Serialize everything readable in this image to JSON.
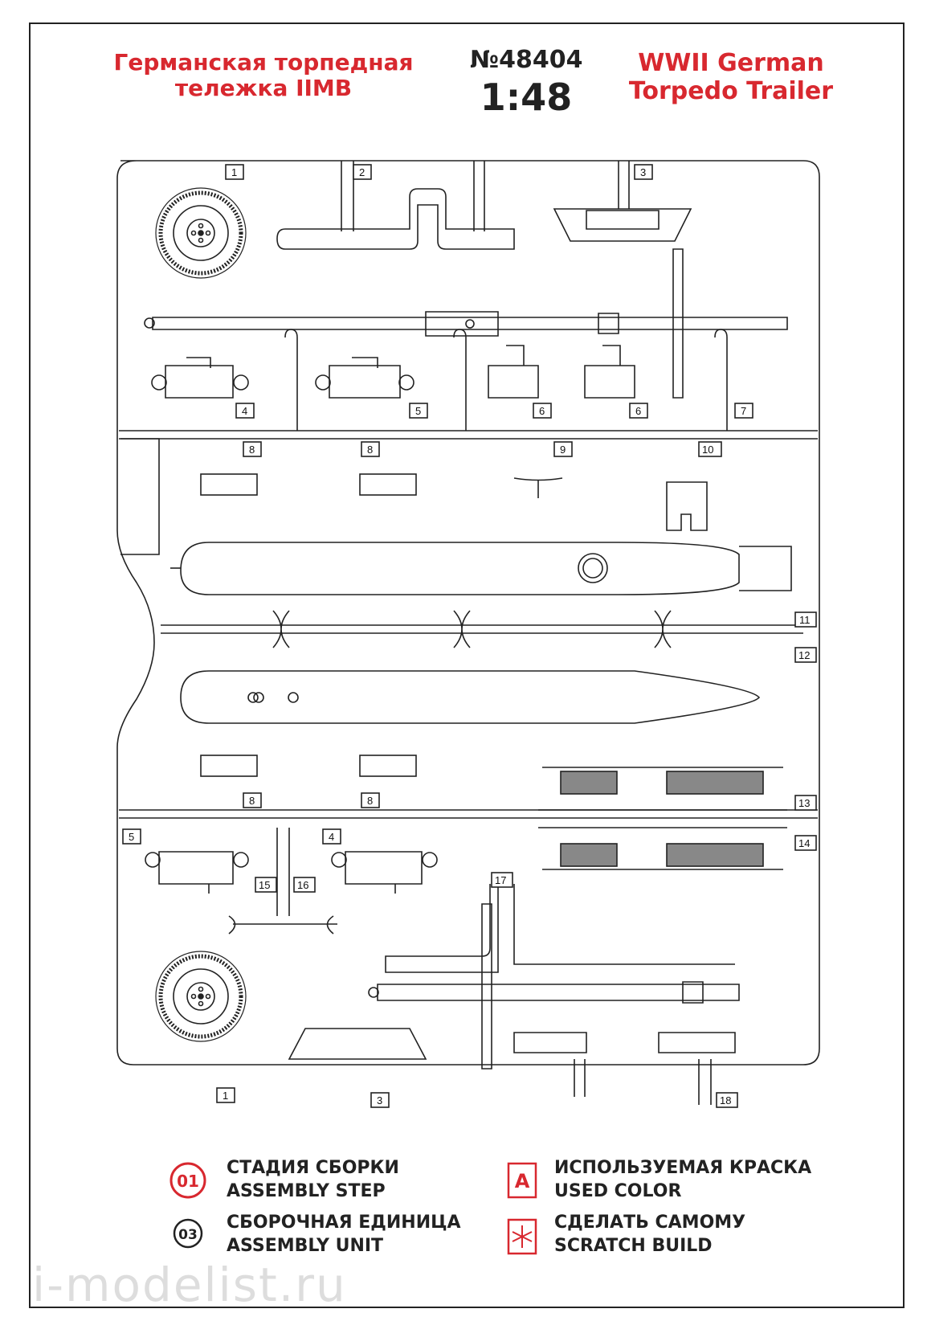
{
  "header": {
    "title_ru_line1": "Германская торпедная",
    "title_ru_line2": "тележка IIMB",
    "kit_number": "№48404",
    "scale": "1:48",
    "title_en_line1": "WWII German",
    "title_en_line2": "Torpedo Trailer"
  },
  "part_labels": [
    "1",
    "2",
    "3",
    "4",
    "5",
    "6",
    "6",
    "7",
    "8",
    "8",
    "9",
    "10",
    "11",
    "12",
    "8",
    "8",
    "13",
    "5",
    "4",
    "14",
    "15",
    "16",
    "17",
    "1",
    "3",
    "18"
  ],
  "legend": {
    "step_icon_text": "01",
    "step_ru": "СТАДИЯ СБОРКИ",
    "step_en": "ASSEMBLY STEP",
    "unit_icon_text": "03",
    "unit_ru": "СБОРОЧНАЯ ЕДИНИЦА",
    "unit_en": "ASSEMBLY UNIT",
    "color_icon_text": "A",
    "color_ru": "ИСПОЛЬЗУЕМАЯ КРАСКА",
    "color_en": "USED COLOR",
    "scratch_ru": "СДЕЛАТЬ САМОМУ",
    "scratch_en": "SCRATCH BUILD"
  },
  "watermark": "i-modelist.ru",
  "colors": {
    "accent_red": "#d8282f",
    "ink": "#222222"
  },
  "icons": [
    "assembly-step-icon",
    "assembly-unit-icon",
    "used-color-icon",
    "scratch-build-icon"
  ]
}
